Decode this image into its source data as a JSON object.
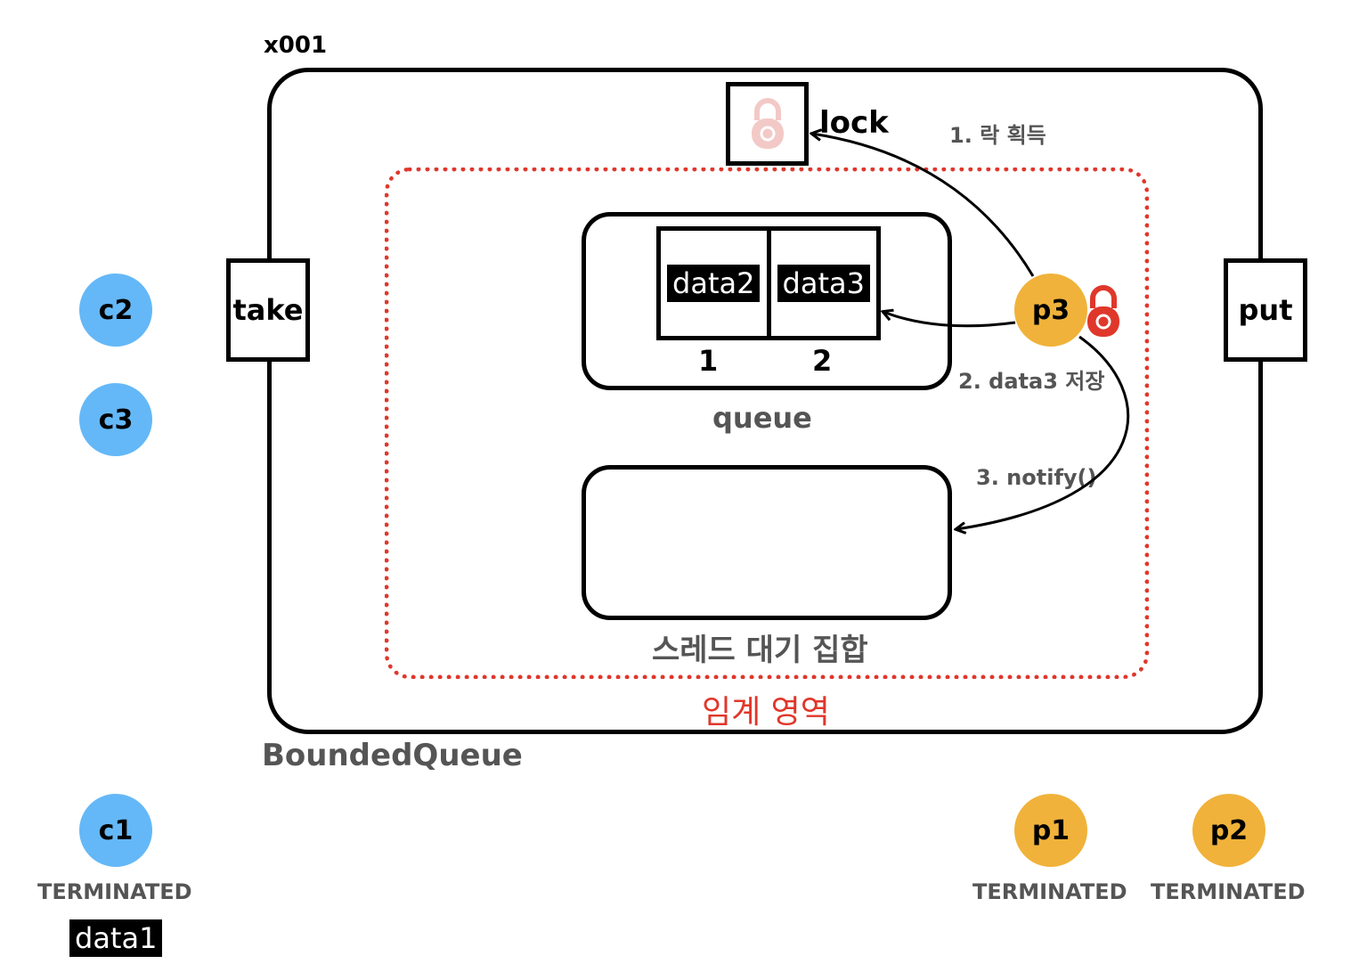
{
  "object_id": "x001",
  "monitor": {
    "name": "BoundedQueue",
    "take_label": "take",
    "put_label": "put",
    "lock_label": "lock",
    "critical_section_label": "임계 영역"
  },
  "queue": {
    "label": "queue",
    "slots": [
      {
        "index": "1",
        "value": "data2"
      },
      {
        "index": "2",
        "value": "data3"
      }
    ]
  },
  "wait_set": {
    "label": "스레드 대기 집합"
  },
  "steps": {
    "step1": "1. 락 획득",
    "step2": "2. data3 저장",
    "step3": "3. notify()"
  },
  "threads": {
    "c1": {
      "name": "c1",
      "state": "TERMINATED",
      "data": "data1"
    },
    "c2": {
      "name": "c2"
    },
    "c3": {
      "name": "c3"
    },
    "p1": {
      "name": "p1",
      "state": "TERMINATED"
    },
    "p2": {
      "name": "p2",
      "state": "TERMINATED"
    },
    "p3": {
      "name": "p3",
      "holds_lock": true
    }
  },
  "colors": {
    "consumer": "#64b8f7",
    "producer": "#f0b23a",
    "critical": "#e0372b",
    "lock_faded": "#f2c9c6",
    "lock_active": "#e0372b"
  }
}
